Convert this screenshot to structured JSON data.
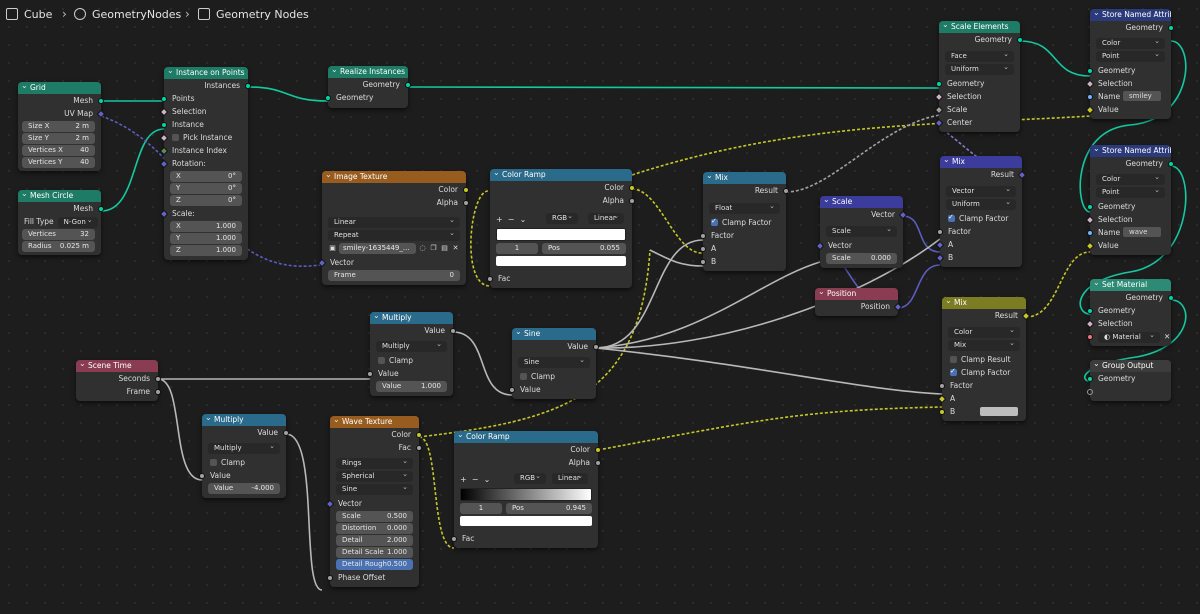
{
  "breadcrumbs": {
    "object": "Cube",
    "modifier": "GeometryNodes",
    "tree": "Geometry Nodes"
  },
  "colors": {
    "geometry": "#00d6a3",
    "float": "#a1a1a1",
    "vector": "#6363c7",
    "color": "#c7c729",
    "boolean": "#ccb2c7",
    "integer": "#598c5c",
    "string": "#70b2ff",
    "material": "#eb7582"
  },
  "nodes": {
    "grid": {
      "title": "Grid",
      "mesh": "Mesh",
      "uvmap": "UV Map",
      "size_x_l": "Size X",
      "size_x": "2 m",
      "size_y_l": "Size Y",
      "size_y": "2 m",
      "vx_l": "Vertices X",
      "vx": "40",
      "vy_l": "Vertices Y",
      "vy": "40"
    },
    "circle": {
      "title": "Mesh Circle",
      "mesh": "Mesh",
      "fill_l": "Fill Type",
      "fill": "N-Gon",
      "verts_l": "Vertices",
      "verts": "32",
      "radius_l": "Radius",
      "radius": "0.025 m"
    },
    "iop": {
      "title": "Instance on Points",
      "instances": "Instances",
      "points": "Points",
      "selection": "Selection",
      "instance": "Instance",
      "pick": "Pick Instance",
      "index": "Instance Index",
      "rotation": "Rotation:",
      "rx": "0°",
      "ry": "0°",
      "rz": "0°",
      "scale": "Scale:",
      "sx": "1.000",
      "sy": "1.000",
      "sz": "1.000",
      "x": "X",
      "y": "Y",
      "z": "Z"
    },
    "realize": {
      "title": "Realize Instances",
      "geo_out": "Geometry",
      "geo_in": "Geometry"
    },
    "imgtex": {
      "title": "Image Texture",
      "color": "Color",
      "alpha": "Alpha",
      "interp": "Linear",
      "ext": "Repeat",
      "image": "smiley-1635449_...",
      "vector": "Vector",
      "frame_l": "Frame",
      "frame": "0"
    },
    "ramp1": {
      "title": "Color Ramp",
      "color": "Color",
      "alpha": "Alpha",
      "mode": "RGB",
      "interp": "Linear",
      "index": "1",
      "pos_l": "Pos",
      "pos": "0.055",
      "fac": "Fac"
    },
    "mix1": {
      "title": "Mix",
      "result": "Result",
      "type": "Float",
      "clamp": "Clamp Factor",
      "factor": "Factor",
      "a": "A",
      "b": "B"
    },
    "scale_el": {
      "title": "Scale Elements",
      "geo_out": "Geometry",
      "domain": "Face",
      "mode": "Uniform",
      "geo_in": "Geometry",
      "selection": "Selection",
      "scale": "Scale",
      "center": "Center"
    },
    "mix2": {
      "title": "Mix",
      "result": "Result",
      "type": "Vector",
      "mode": "Uniform",
      "clamp": "Clamp Factor",
      "factor": "Factor",
      "a": "A",
      "b": "B"
    },
    "vscale": {
      "title": "Scale",
      "vector_out": "Vector",
      "op": "Scale",
      "vector": "Vector",
      "scale_l": "Scale",
      "scale": "0.000"
    },
    "position": {
      "title": "Position",
      "out": "Position"
    },
    "store1": {
      "title": "Store Named Attribute",
      "geo_out": "Geometry",
      "type": "Color",
      "domain": "Point",
      "geo_in": "Geometry",
      "selection": "Selection",
      "name_l": "Name",
      "name": "smiley",
      "value": "Value"
    },
    "store2": {
      "title": "Store Named Attribute",
      "geo_out": "Geometry",
      "type": "Color",
      "domain": "Point",
      "geo_in": "Geometry",
      "selection": "Selection",
      "name_l": "Name",
      "name": "wave",
      "value": "Value"
    },
    "setmat": {
      "title": "Set Material",
      "geo_out": "Geometry",
      "geo_in": "Geometry",
      "selection": "Selection",
      "material": "Material"
    },
    "groupout": {
      "title": "Group Output",
      "geo": "Geometry"
    },
    "mult1": {
      "title": "Multiply",
      "value_out": "Value",
      "op": "Multiply",
      "clamp": "Clamp",
      "value_in": "Value",
      "val_l": "Value",
      "val": "1.000"
    },
    "sine": {
      "title": "Sine",
      "value_out": "Value",
      "op": "Sine",
      "clamp": "Clamp",
      "value_in": "Value"
    },
    "scenetime": {
      "title": "Scene Time",
      "seconds": "Seconds",
      "frame": "Frame"
    },
    "mult2": {
      "title": "Multiply",
      "value_out": "Value",
      "op": "Multiply",
      "clamp": "Clamp",
      "value_in": "Value",
      "val_l": "Value",
      "val": "-4.000"
    },
    "wave": {
      "title": "Wave Texture",
      "color": "Color",
      "fac": "Fac",
      "type": "Rings",
      "dir": "Spherical",
      "profile": "Sine",
      "vector": "Vector",
      "scale_l": "Scale",
      "scale": "0.500",
      "dist_l": "Distortion",
      "dist": "0.000",
      "detail_l": "Detail",
      "detail": "2.000",
      "dscale_l": "Detail Scale",
      "dscale": "1.000",
      "drough_l": "Detail Rough",
      "drough": "0.500",
      "phase": "Phase Offset"
    },
    "ramp2": {
      "title": "Color Ramp",
      "color": "Color",
      "alpha": "Alpha",
      "mode": "RGB",
      "interp": "Linear",
      "index": "1",
      "pos_l": "Pos",
      "pos": "0.945",
      "fac": "Fac"
    },
    "mix3": {
      "title": "Mix",
      "result": "Result",
      "type": "Color",
      "mode": "Mix",
      "clamp_r": "Clamp Result",
      "clamp_f": "Clamp Factor",
      "factor": "Factor",
      "a": "A",
      "b": "B"
    }
  }
}
